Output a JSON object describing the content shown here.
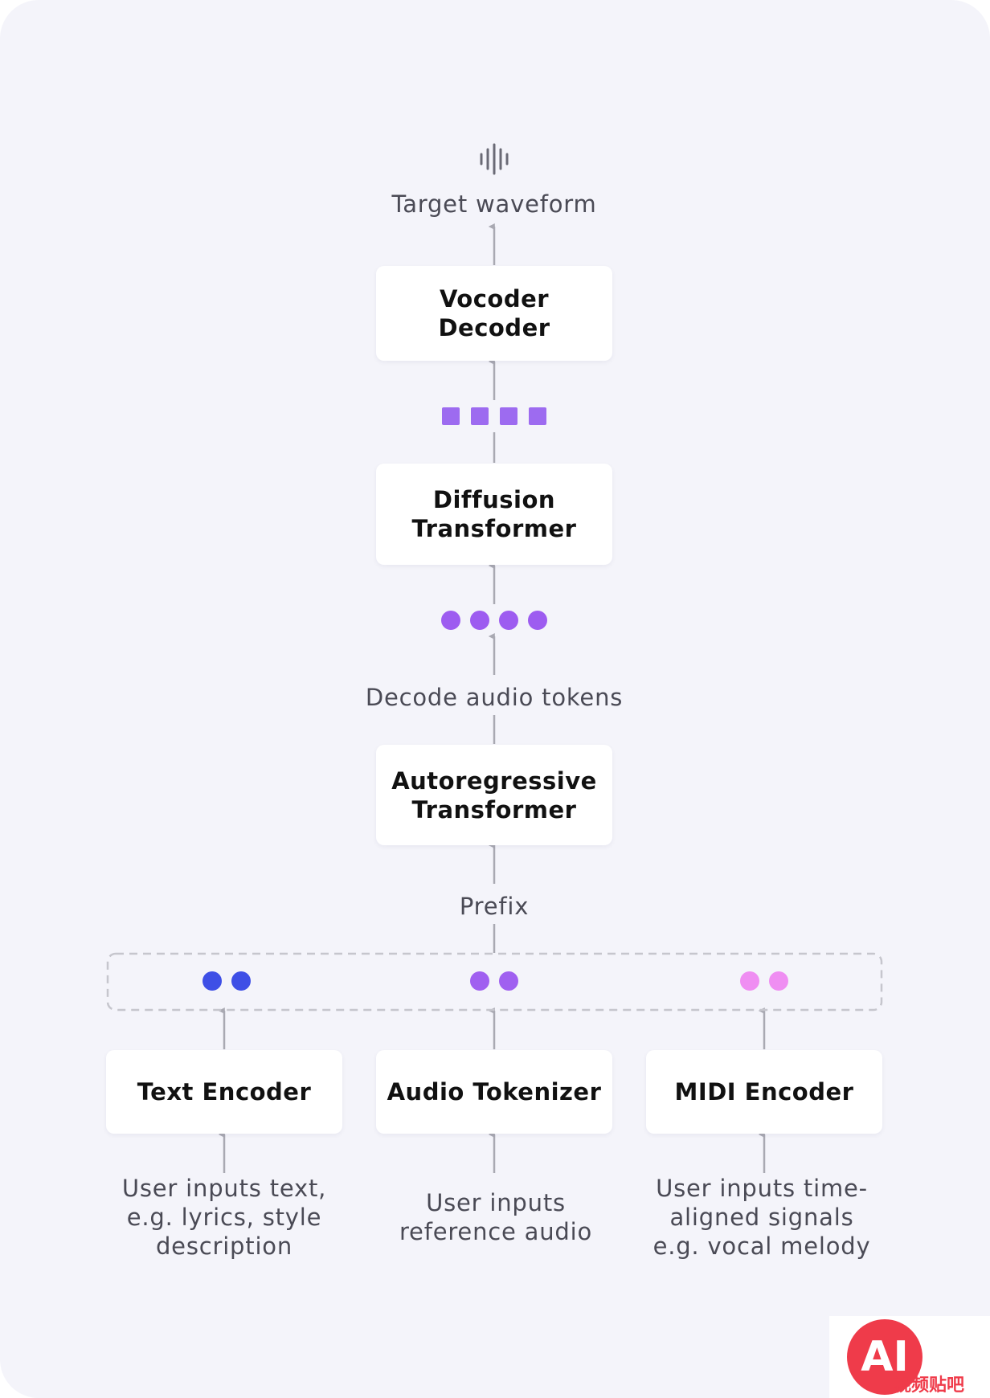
{
  "nodes": {
    "vocoder": "Vocoder\nDecoder",
    "diffusion": "Diffusion\nTransformer",
    "autoregressive": "Autoregressive\nTransformer",
    "text_encoder": "Text Encoder",
    "audio_tokenizer": "Audio Tokenizer",
    "midi_encoder": "MIDI Encoder"
  },
  "labels": {
    "target": "Target waveform",
    "decode": "Decode audio tokens",
    "prefix": "Prefix",
    "text_input": "User inputs text,\ne.g. lyrics, style\ndescription",
    "audio_input": "User inputs\nreference audio",
    "midi_input": "User inputs time-\naligned signals\ne.g. vocal melody"
  },
  "icons": {
    "waveform": "waveform-icon"
  },
  "colors": {
    "background": "#f4f4fa",
    "arrow": "#a9a9b2",
    "latent_square": "#9d6bf0",
    "token_circle": "#9d5cf0",
    "text_token": "#3e4fe6",
    "audio_token": "#a060f0",
    "midi_token": "#ef8ef2",
    "dashed_border": "#c6c6cd"
  },
  "watermark": {
    "badge": "AI",
    "text": "视频贴吧"
  }
}
